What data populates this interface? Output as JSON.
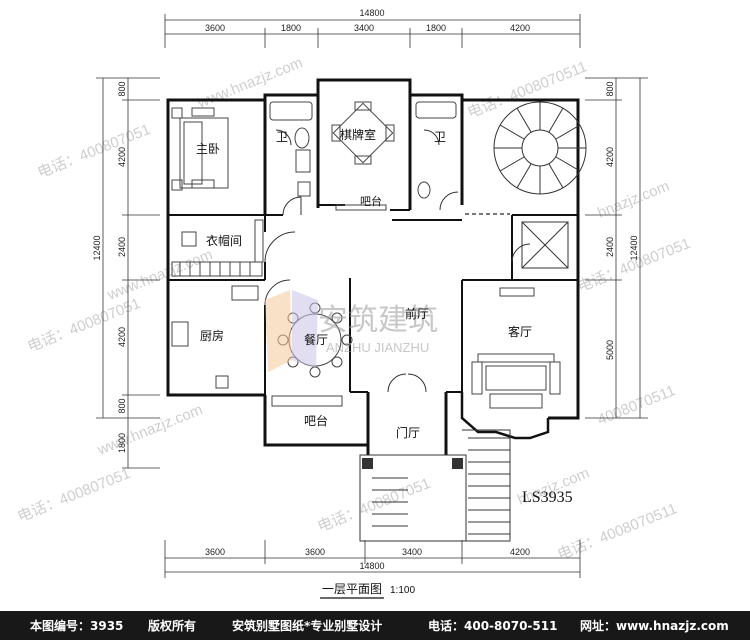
{
  "dimensions": {
    "top_total": "14800",
    "top_segments": [
      "3600",
      "1800",
      "3400",
      "1800",
      "4200"
    ],
    "bottom_total": "14800",
    "bottom_segments": [
      "3600",
      "3600",
      "3400",
      "4200"
    ],
    "left_segments": [
      "800",
      "4200",
      "2400",
      "4200",
      "800",
      "1800"
    ],
    "left_total": "12400",
    "right_segments": [
      "800",
      "4200",
      "2400",
      "5000"
    ],
    "right_total": "12400"
  },
  "rooms": {
    "master_bedroom": "主卧",
    "bath_left": "卫",
    "mahjong_room": "棋牌室",
    "bath_right": "卫",
    "terrace_top": "吧台",
    "cloakroom": "衣帽间",
    "kitchen": "厨房",
    "dining": "餐厅",
    "foyer": "前厅",
    "living": "客厅",
    "bar": "吧台",
    "entrance": "门厅"
  },
  "plan_code": "LS3935",
  "caption": {
    "title": "一层平面图",
    "scale": "1:100"
  },
  "watermarks": {
    "logo_cn": "安筑建筑",
    "logo_pinyin": "ANZHU JIANZHU",
    "phone_line": "电话：4008070511",
    "phone_compact": "电话：400807051",
    "site": "www.hnazjz.com",
    "site_short": "hnazjz.com",
    "number": "4008070511"
  },
  "footer": {
    "plan_number": "本图编号：3935",
    "copyright": "版权所有",
    "tagline": "安筑别墅图纸*专业别墅设计",
    "phone": "电话：400-8070-511",
    "website": "网址：www.hnazjz.com"
  }
}
